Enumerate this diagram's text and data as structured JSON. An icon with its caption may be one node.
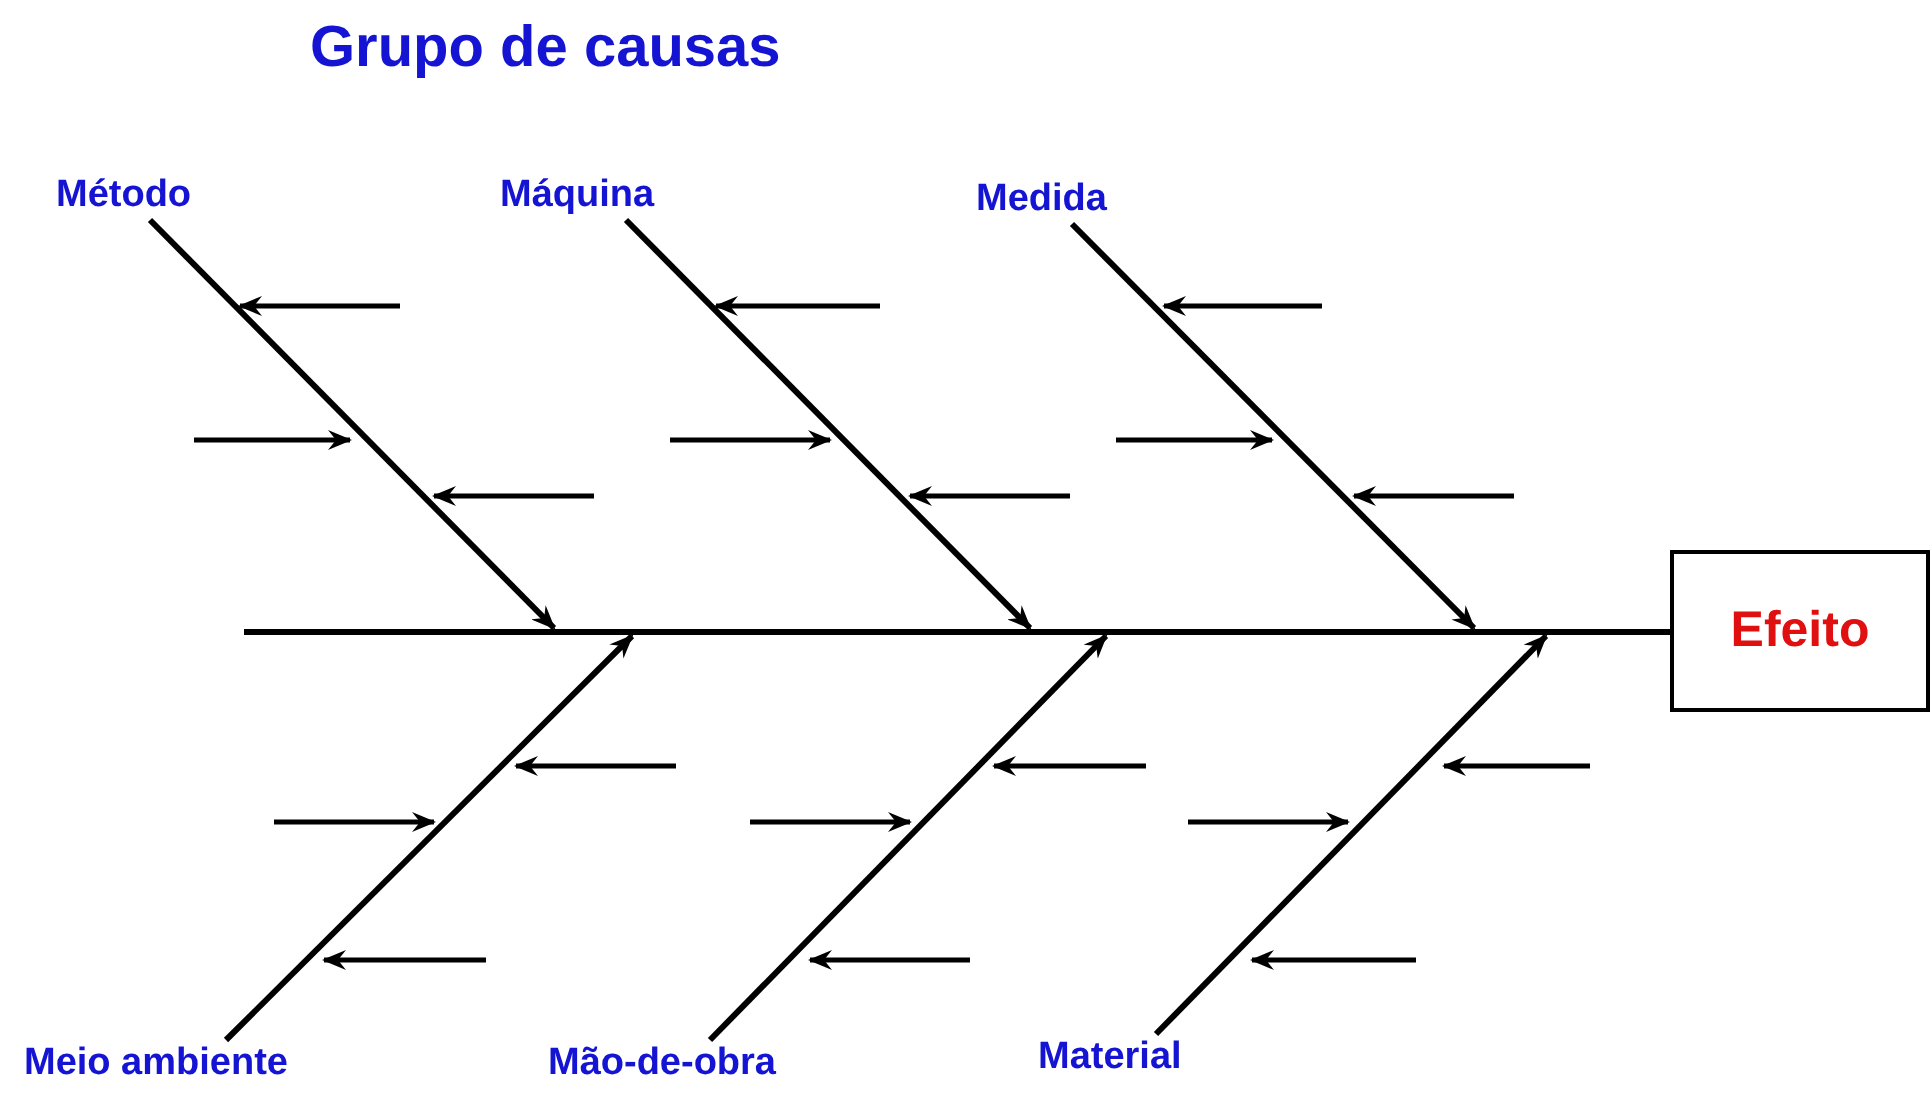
{
  "diagram": {
    "title": "Grupo de causas",
    "nodes": [
      {
        "text": [
          "Método"
        ]
      },
      {
        "text": [
          "Máquina"
        ]
      },
      {
        "text": [
          "Medida"
        ]
      },
      {
        "text": [
          "Meio ambiente"
        ]
      },
      {
        "text": [
          "Mão-de-obra"
        ]
      },
      {
        "text": [
          "Material"
        ]
      },
      {
        "text": [
          "Efeito"
        ]
      }
    ],
    "edges": [
      {
        "from": 0,
        "to": null,
        "arrow": "to"
      },
      {
        "from": 1,
        "to": null,
        "arrow": "to"
      },
      {
        "from": 2,
        "to": null,
        "arrow": "to"
      },
      {
        "from": 3,
        "to": null,
        "arrow": "to"
      },
      {
        "from": 4,
        "to": null,
        "arrow": "to"
      },
      {
        "from": 5,
        "to": null,
        "arrow": "to"
      },
      {
        "from": null,
        "to": 6,
        "arrow": "none"
      }
    ]
  }
}
